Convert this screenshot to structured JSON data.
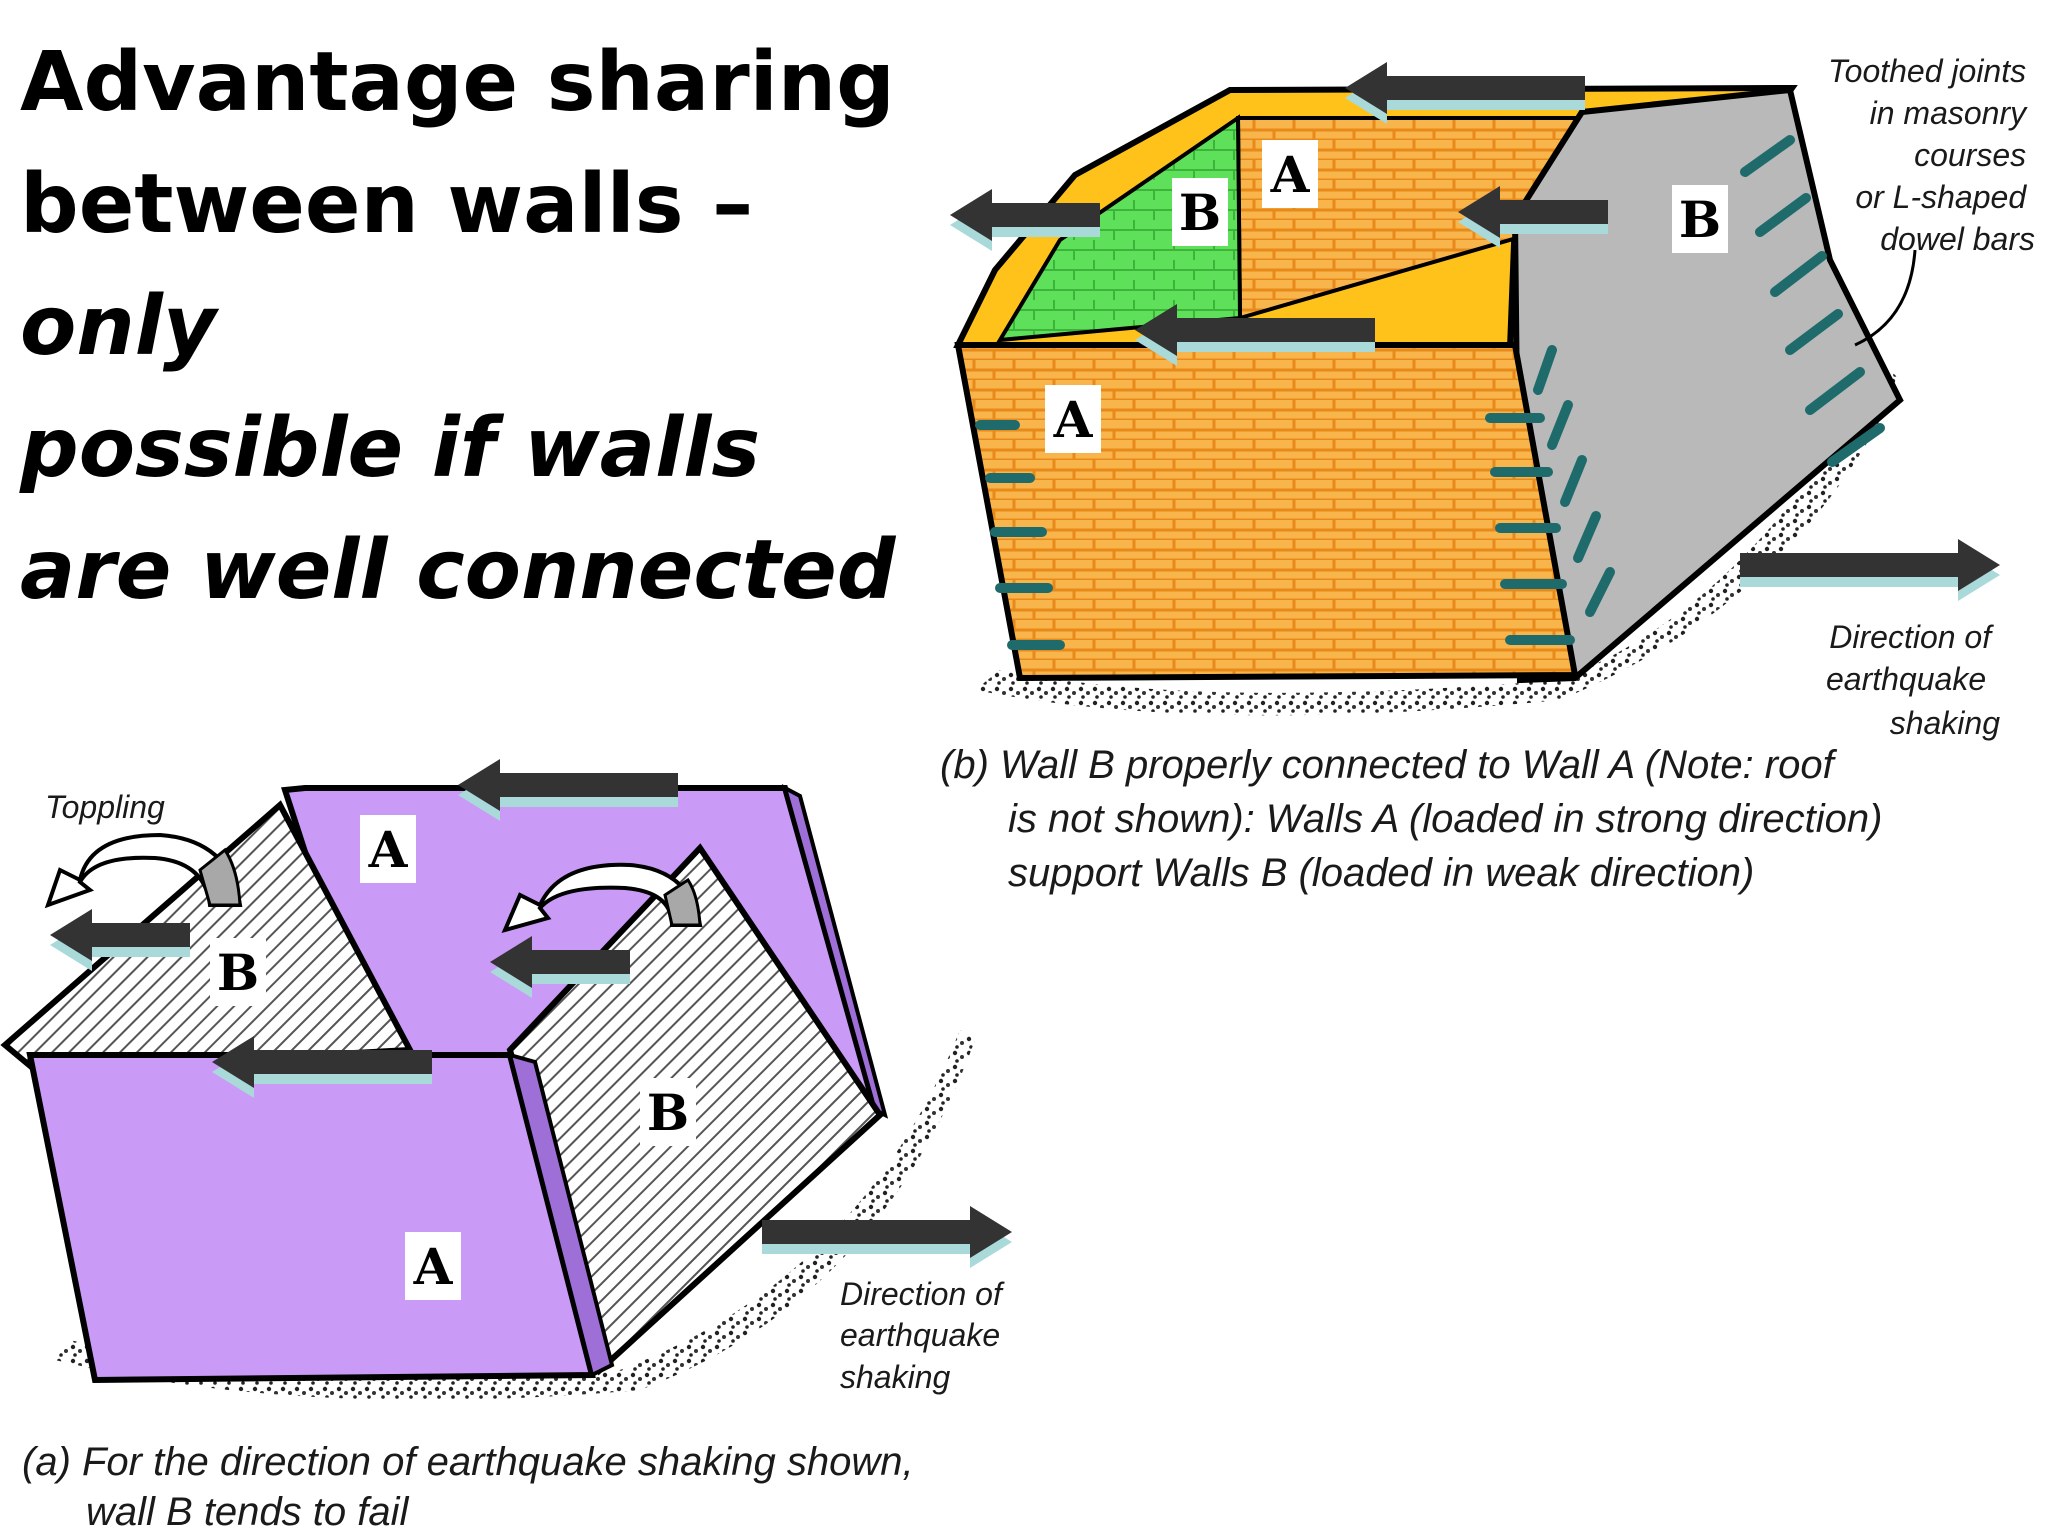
{
  "title": {
    "line1": "Advantage sharing",
    "line2_plain": "between walls – ",
    "line2_italic": "only",
    "line3": "possible if walls",
    "line4": "are well connected"
  },
  "wall_labels": {
    "a": "A",
    "b": "B"
  },
  "figure_b": {
    "annotation_lines": [
      "Toothed joints",
      "in masonry",
      "courses",
      "or L-shaped",
      "dowel bars"
    ],
    "direction_lines": [
      "Direction of",
      "earthquake",
      "shaking"
    ],
    "caption_lines": [
      "(b) Wall B properly connected to Wall A (Note: roof",
      "is not shown): Walls A (loaded in strong direction)",
      "support Walls B (loaded in weak direction)"
    ]
  },
  "figure_a": {
    "toppling_label": "Toppling",
    "direction_lines": [
      "Direction of",
      "earthquake",
      "shaking"
    ],
    "caption_lines": [
      "(a) For the direction of earthquake shaking shown,",
      "wall B tends to fail"
    ]
  },
  "colors": {
    "brick_orange": "#f8b54c",
    "mortar": "#e8891a",
    "roof_yellow": "#ffc21a",
    "wall_green": "#5fe05a",
    "wall_grey": "#b9b9b9",
    "wall_purple": "#c99af6",
    "dowel_teal": "#1f6b6b",
    "arrow_light": "#a9d9d9",
    "arrow_dark": "#333333"
  }
}
